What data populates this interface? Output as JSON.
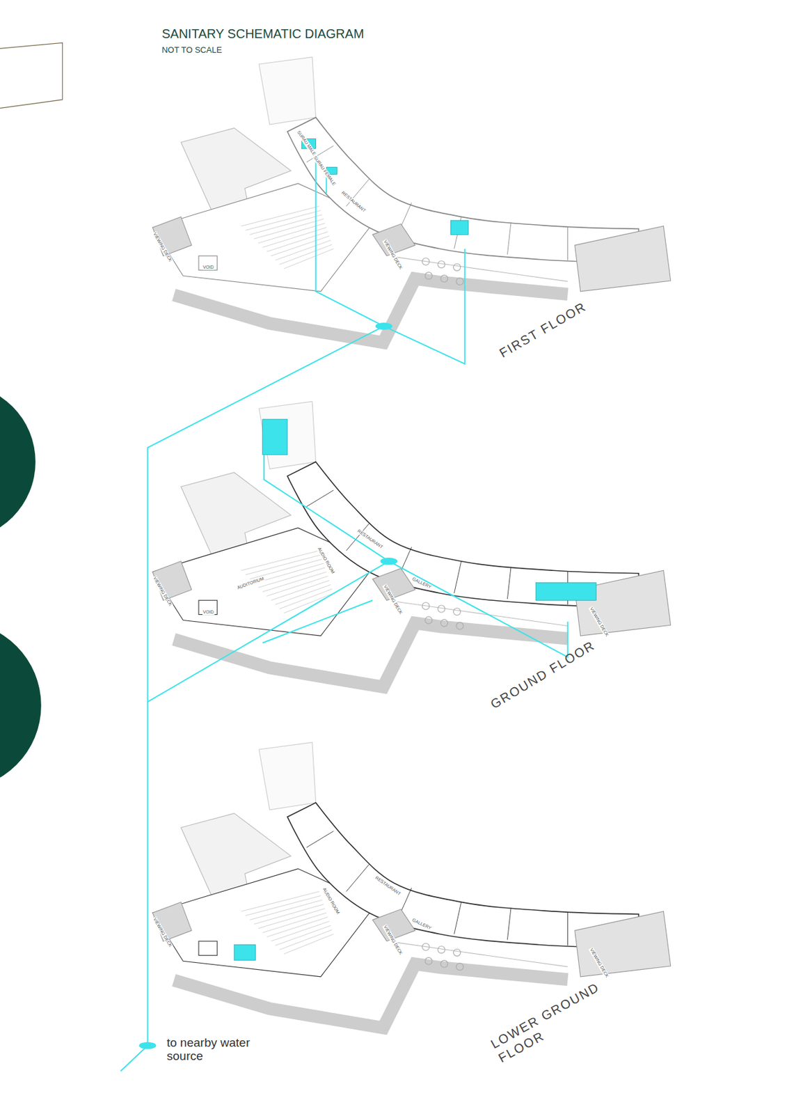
{
  "diagram": {
    "title": "SANITARY SCHEMATIC DIAGRAM",
    "labels": [
      "NOT TO SCALE",
      "FIRST FLOOR",
      "GROUND FLOOR",
      "LOWER GROUND FLOOR",
      "to nearby water source",
      "SURAU MALE",
      "SURAU FEMALE",
      "RESTAURANT",
      "VIEWING DECK",
      "VIEWING DECK",
      "VOID",
      "RESTAURANT",
      "GALLERY",
      "AUDITORIUM",
      "AUDIO ROOM",
      "VIEWING DECK",
      "VIEWING DECK",
      "VIEWING DECK",
      "VOID",
      "RESTAURANT",
      "GALLERY",
      "AUDIO ROOM",
      "VIEWING DECK",
      "VIEWING DECK",
      "VIEWING DECK"
    ]
  }
}
